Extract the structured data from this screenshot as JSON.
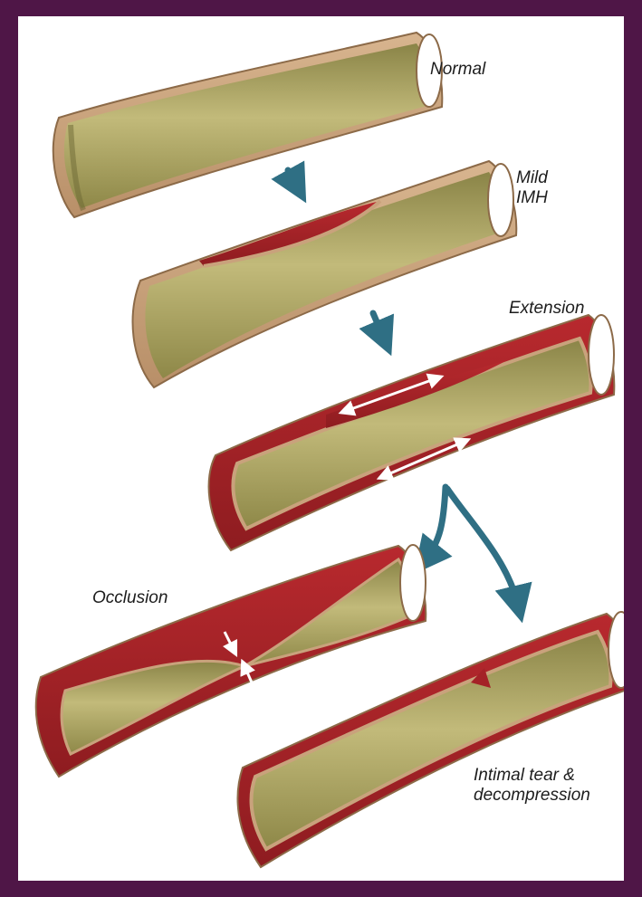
{
  "figure": {
    "stages": [
      {
        "label": "Normal"
      },
      {
        "label": "Mild\nIMH"
      },
      {
        "label": "Extension"
      },
      {
        "label": "Occlusion"
      },
      {
        "label": "Intimal tear &\ndecompression"
      }
    ]
  },
  "colors": {
    "background": "#4f1647",
    "panel": "#ffffff",
    "outer_wall": "#c9a27c",
    "outer_wall_edge": "#8c6a48",
    "lumen": "#b9b06e",
    "lumen_shadow": "#7f7a3f",
    "hematoma": "#a42227",
    "arrow": "#2f6f84"
  }
}
